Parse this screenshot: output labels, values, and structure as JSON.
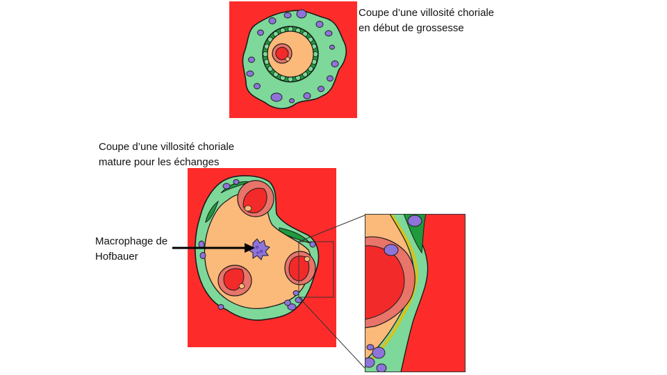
{
  "caption_early": {
    "line1": "Coupe d’une villosité choriale",
    "line2": "en début de grossesse"
  },
  "caption_mature": {
    "line1": "Coupe d’une villosité choriale",
    "line2": "mature pour les échanges"
  },
  "annotation": {
    "line1": "Macrophage de",
    "line2": "Hofbauer"
  },
  "colors": {
    "maternal_blood": "#fd2c2a",
    "syncytium": "#7dd89a",
    "cytotrophoblast": "#1f9a3c",
    "nucleus": "#8e73d9",
    "stroma": "#fbb97a",
    "capillary_wall": "#e8746a",
    "capillary_blood": "#f32a2a",
    "basement_membrane": "#d8c318",
    "outline": "#1a1a1a"
  }
}
